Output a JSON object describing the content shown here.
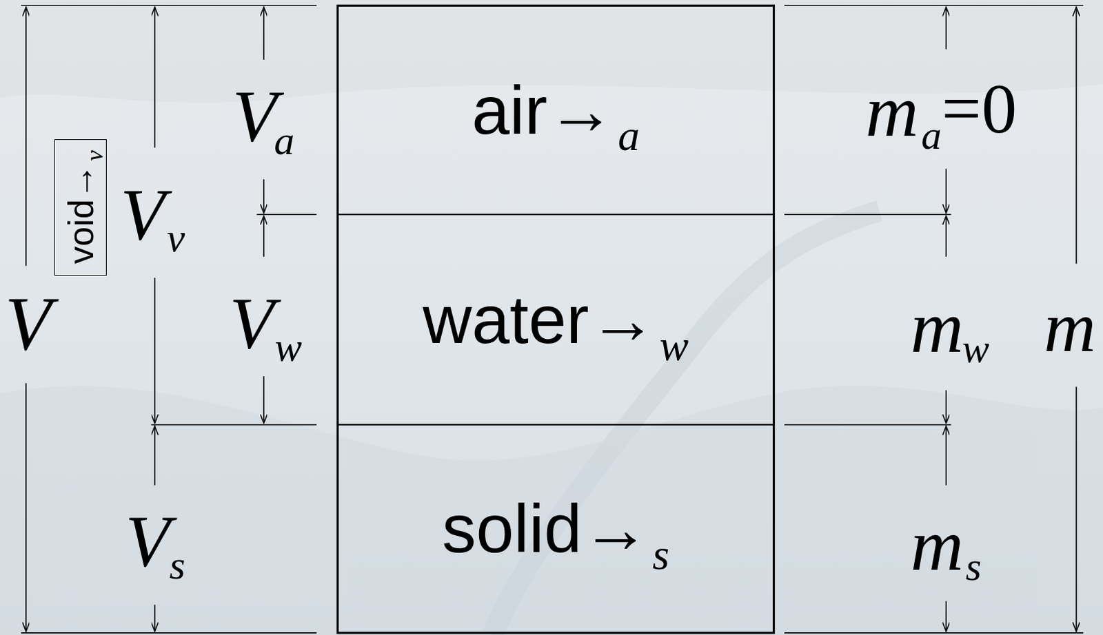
{
  "diagram": {
    "nodes": [
      {
        "text": [
          "void→",
          "v"
        ]
      },
      {
        "text": [
          "air→",
          "a"
        ]
      },
      {
        "text": [
          "water→",
          "w"
        ]
      },
      {
        "text": [
          "solid→",
          "s"
        ]
      }
    ],
    "labels": [
      "V",
      "V",
      "a",
      "V",
      "v",
      "V",
      "w",
      "V",
      "s",
      "m",
      "a",
      "=0",
      "m",
      "w",
      "m",
      "s",
      "m"
    ]
  }
}
